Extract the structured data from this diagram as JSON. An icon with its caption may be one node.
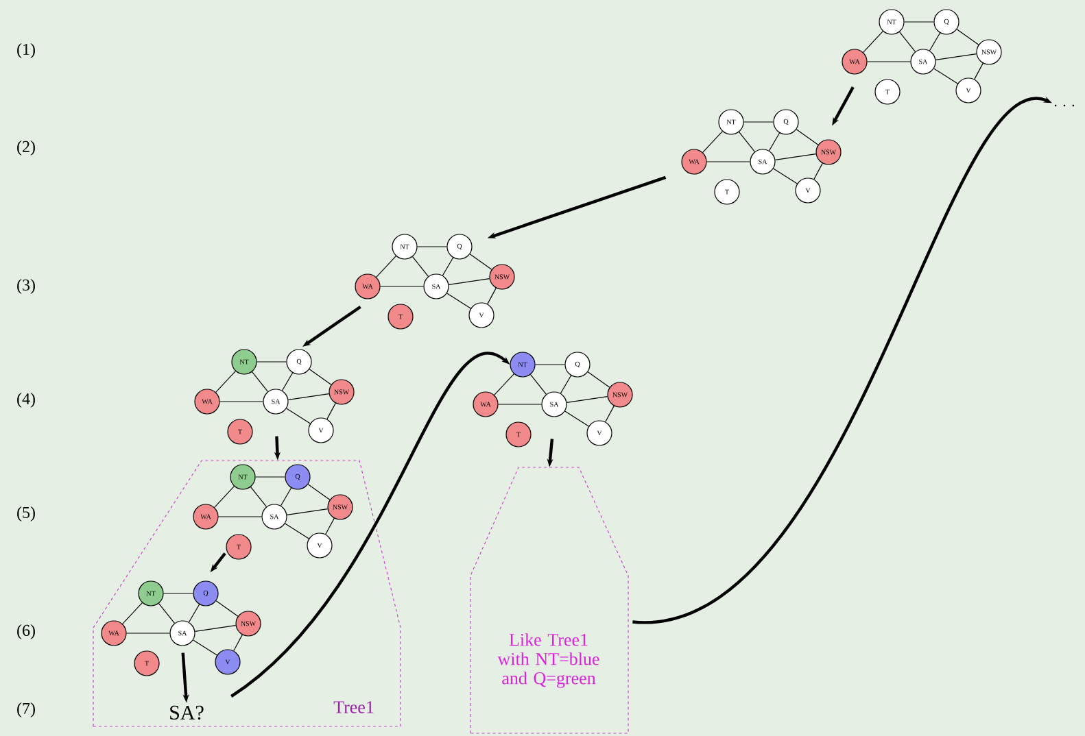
{
  "diagram": {
    "nodes": [
      {
        "text": [
          "NT"
        ]
      },
      {
        "text": [
          "Q"
        ]
      },
      {
        "text": [
          "WA"
        ]
      },
      {
        "text": [
          "SA"
        ]
      },
      {
        "text": [
          "NSW"
        ]
      },
      {
        "text": [
          "V"
        ]
      },
      {
        "text": [
          "T"
        ]
      },
      {
        "text": [
          ". . ."
        ]
      },
      {
        "text": [
          "NT"
        ]
      },
      {
        "text": [
          "Q"
        ]
      },
      {
        "text": [
          "WA"
        ]
      },
      {
        "text": [
          "SA"
        ]
      },
      {
        "text": [
          "NSW"
        ]
      },
      {
        "text": [
          "V"
        ]
      },
      {
        "text": [
          "T"
        ]
      },
      {
        "text": [
          "NT"
        ]
      },
      {
        "text": [
          "Q"
        ]
      },
      {
        "text": [
          "WA"
        ]
      },
      {
        "text": [
          "SA"
        ]
      },
      {
        "text": [
          "NSW"
        ]
      },
      {
        "text": [
          "V"
        ]
      },
      {
        "text": [
          "T"
        ]
      },
      {
        "text": [
          "NT"
        ]
      },
      {
        "text": [
          "Q"
        ]
      },
      {
        "text": [
          "WA"
        ]
      },
      {
        "text": [
          "SA"
        ]
      },
      {
        "text": [
          "NSW"
        ]
      },
      {
        "text": [
          "V"
        ]
      },
      {
        "text": [
          "T"
        ]
      },
      {
        "text": [
          "NT"
        ]
      },
      {
        "text": [
          "Q"
        ]
      },
      {
        "text": [
          "WA"
        ]
      },
      {
        "text": [
          "SA"
        ]
      },
      {
        "text": [
          "NSW"
        ]
      },
      {
        "text": [
          "V"
        ]
      },
      {
        "text": [
          "T"
        ]
      },
      {
        "text": [
          "Tree1"
        ]
      },
      {
        "text": [
          "NT"
        ],
        "in": 36
      },
      {
        "text": [
          "Q"
        ],
        "in": 36
      },
      {
        "text": [
          "WA"
        ],
        "in": 36
      },
      {
        "text": [
          "SA"
        ],
        "in": 36
      },
      {
        "text": [
          "NSW"
        ],
        "in": 36
      },
      {
        "text": [
          "V"
        ],
        "in": 36
      },
      {
        "text": [
          "T"
        ],
        "in": 36
      },
      {
        "text": [
          "NT"
        ],
        "in": 36
      },
      {
        "text": [
          "Q"
        ],
        "in": 36
      },
      {
        "text": [
          "WA"
        ],
        "in": 36
      },
      {
        "text": [
          "SA"
        ],
        "in": 36
      },
      {
        "text": [
          "NSW"
        ],
        "in": 36
      },
      {
        "text": [
          "V"
        ],
        "in": 36
      },
      {
        "text": [
          "T"
        ],
        "in": 36
      },
      {
        "text": [
          "SA?"
        ],
        "in": 36
      },
      {
        "text": [
          "Like Tree1 with NT=blue and Q=green"
        ]
      }
    ],
    "edges": [
      {
        "from": 0,
        "to": 1,
        "arrow": "none"
      },
      {
        "from": 0,
        "to": 2,
        "arrow": "none"
      },
      {
        "from": 0,
        "to": 3,
        "arrow": "none"
      },
      {
        "from": 1,
        "to": 3,
        "arrow": "none"
      },
      {
        "from": 1,
        "to": 4,
        "arrow": "none"
      },
      {
        "from": 2,
        "to": 3,
        "arrow": "none"
      },
      {
        "from": 3,
        "to": 4,
        "arrow": "none"
      },
      {
        "from": 3,
        "to": 5,
        "arrow": "none"
      },
      {
        "from": 4,
        "to": 5,
        "arrow": "none"
      },
      {
        "from": 8,
        "to": 9,
        "arrow": "none"
      },
      {
        "from": 8,
        "to": 10,
        "arrow": "none"
      },
      {
        "from": 8,
        "to": 11,
        "arrow": "none"
      },
      {
        "from": 9,
        "to": 11,
        "arrow": "none"
      },
      {
        "from": 9,
        "to": 12,
        "arrow": "none"
      },
      {
        "from": 10,
        "to": 11,
        "arrow": "none"
      },
      {
        "from": 11,
        "to": 12,
        "arrow": "none"
      },
      {
        "from": 11,
        "to": 13,
        "arrow": "none"
      },
      {
        "from": 12,
        "to": 13,
        "arrow": "none"
      },
      {
        "from": 15,
        "to": 16,
        "arrow": "none"
      },
      {
        "from": 15,
        "to": 17,
        "arrow": "none"
      },
      {
        "from": 15,
        "to": 18,
        "arrow": "none"
      },
      {
        "from": 16,
        "to": 18,
        "arrow": "none"
      },
      {
        "from": 16,
        "to": 19,
        "arrow": "none"
      },
      {
        "from": 17,
        "to": 18,
        "arrow": "none"
      },
      {
        "from": 18,
        "to": 19,
        "arrow": "none"
      },
      {
        "from": 18,
        "to": 20,
        "arrow": "none"
      },
      {
        "from": 19,
        "to": 20,
        "arrow": "none"
      },
      {
        "from": 22,
        "to": 23,
        "arrow": "none"
      },
      {
        "from": 22,
        "to": 24,
        "arrow": "none"
      },
      {
        "from": 22,
        "to": 25,
        "arrow": "none"
      },
      {
        "from": 23,
        "to": 25,
        "arrow": "none"
      },
      {
        "from": 23,
        "to": 26,
        "arrow": "none"
      },
      {
        "from": 24,
        "to": 25,
        "arrow": "none"
      },
      {
        "from": 25,
        "to": 26,
        "arrow": "none"
      },
      {
        "from": 25,
        "to": 27,
        "arrow": "none"
      },
      {
        "from": 26,
        "to": 27,
        "arrow": "none"
      },
      {
        "from": 29,
        "to": 30,
        "arrow": "none"
      },
      {
        "from": 29,
        "to": 31,
        "arrow": "none"
      },
      {
        "from": 29,
        "to": 32,
        "arrow": "none"
      },
      {
        "from": 30,
        "to": 32,
        "arrow": "none"
      },
      {
        "from": 30,
        "to": 33,
        "arrow": "none"
      },
      {
        "from": 31,
        "to": 32,
        "arrow": "none"
      },
      {
        "from": 32,
        "to": 33,
        "arrow": "none"
      },
      {
        "from": 32,
        "to": 34,
        "arrow": "none"
      },
      {
        "from": 33,
        "to": 34,
        "arrow": "none"
      },
      {
        "from": 37,
        "to": 38,
        "arrow": "none"
      },
      {
        "from": 37,
        "to": 39,
        "arrow": "none"
      },
      {
        "from": 37,
        "to": 40,
        "arrow": "none"
      },
      {
        "from": 38,
        "to": 40,
        "arrow": "none"
      },
      {
        "from": 38,
        "to": 41,
        "arrow": "none"
      },
      {
        "from": 39,
        "to": 40,
        "arrow": "none"
      },
      {
        "from": 40,
        "to": 41,
        "arrow": "none"
      },
      {
        "from": 40,
        "to": 42,
        "arrow": "none"
      },
      {
        "from": 41,
        "to": 42,
        "arrow": "none"
      },
      {
        "from": 44,
        "to": 45,
        "arrow": "none"
      },
      {
        "from": 44,
        "to": 46,
        "arrow": "none"
      },
      {
        "from": 44,
        "to": 47,
        "arrow": "none"
      },
      {
        "from": 45,
        "to": 47,
        "arrow": "none"
      },
      {
        "from": 45,
        "to": 48,
        "arrow": "none"
      },
      {
        "from": 46,
        "to": 47,
        "arrow": "none"
      },
      {
        "from": 47,
        "to": 48,
        "arrow": "none"
      },
      {
        "from": 47,
        "to": 49,
        "arrow": "none"
      },
      {
        "from": 48,
        "to": 49,
        "arrow": "none"
      },
      {
        "from": 2,
        "to": 12,
        "arrow": "to",
        "style": "thick"
      },
      {
        "from": 10,
        "to": 16,
        "arrow": "to",
        "style": "thick"
      },
      {
        "from": 17,
        "to": 23,
        "arrow": "to",
        "style": "thick"
      },
      {
        "from": 25,
        "to": 36,
        "arrow": "to",
        "style": "thick"
      },
      {
        "from": 43,
        "to": 45,
        "arrow": "to",
        "style": "thick"
      },
      {
        "from": 47,
        "to": 51,
        "arrow": "to",
        "style": "thick"
      },
      {
        "from": 51,
        "to": 29,
        "arrow": "to",
        "style": "thick"
      },
      {
        "from": 32,
        "to": 52,
        "arrow": "to",
        "style": "thick"
      },
      {
        "from": 52,
        "to": 7,
        "arrow": "to",
        "style": "thick"
      }
    ],
    "labels": [
      "(1)",
      "(2)",
      "(3)",
      "(4)",
      "(5)",
      "(6)",
      "(7)"
    ]
  }
}
